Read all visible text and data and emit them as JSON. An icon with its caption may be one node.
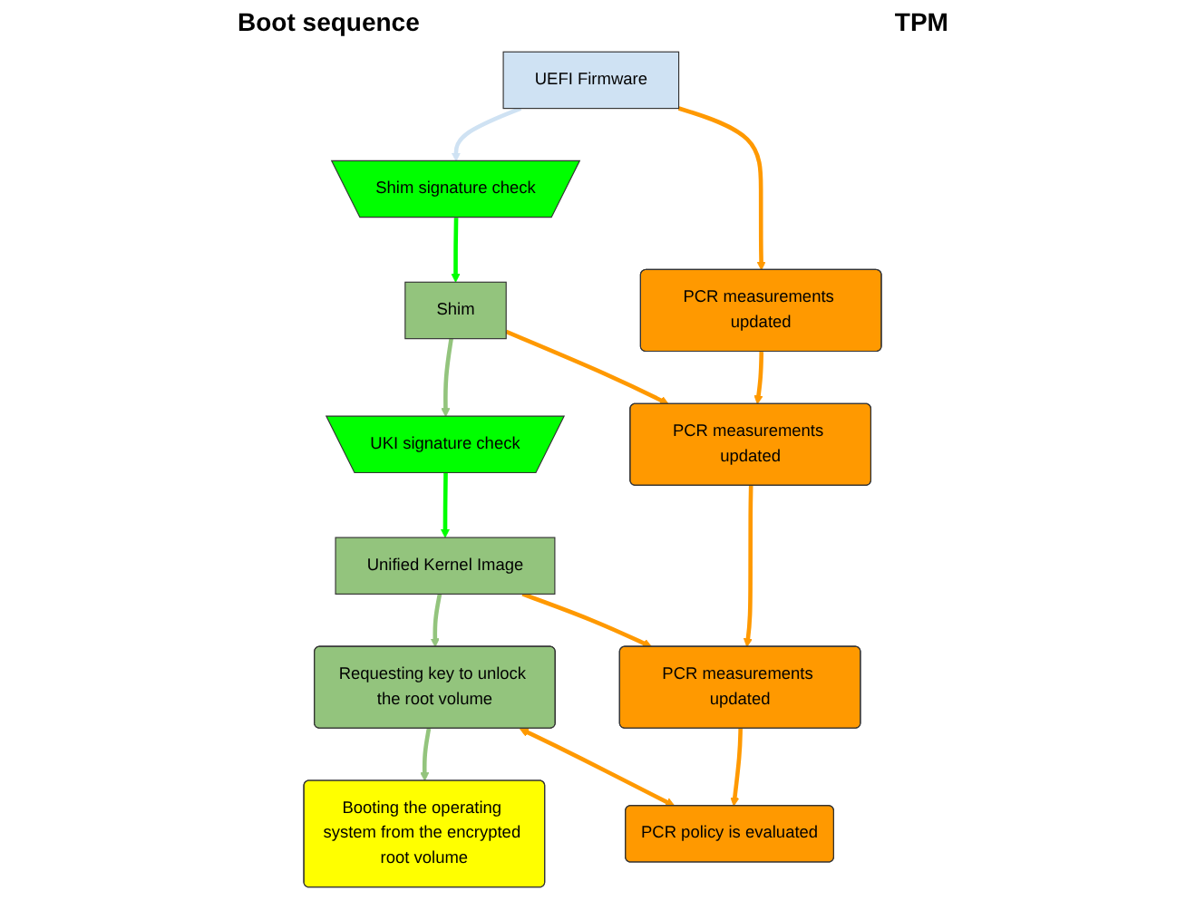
{
  "diagram": {
    "nodes": [
      {
        "text": [
          "UEFI Firmware"
        ]
      },
      {
        "text": [
          "Shim signature check"
        ]
      },
      {
        "text": [
          "Shim"
        ]
      },
      {
        "text": [
          "UKI signature check"
        ]
      },
      {
        "text": [
          "Unified Kernel Image"
        ]
      },
      {
        "text": [
          "Requesting key to unlock the root volume"
        ]
      },
      {
        "text": [
          "Booting the operating system from the encrypted root volume"
        ]
      },
      {
        "text": [
          "PCR measurements updated"
        ]
      },
      {
        "text": [
          "PCR measurements updated"
        ]
      },
      {
        "text": [
          "PCR measurements updated"
        ]
      },
      {
        "text": [
          "PCR policy is evaluated"
        ]
      }
    ],
    "edges": [
      {
        "from": 0,
        "to": 1,
        "arrow": "to",
        "color": "#cfe2f3"
      },
      {
        "from": 1,
        "to": 2,
        "arrow": "to",
        "color": "#00ff00"
      },
      {
        "from": 2,
        "to": 3,
        "arrow": "to",
        "color": "#93c47d"
      },
      {
        "from": 3,
        "to": 4,
        "arrow": "to",
        "color": "#00ff00"
      },
      {
        "from": 4,
        "to": 5,
        "arrow": "to",
        "color": "#93c47d"
      },
      {
        "from": 5,
        "to": 6,
        "arrow": "to",
        "color": "#93c47d"
      },
      {
        "from": 0,
        "to": 7,
        "arrow": "to"
      },
      {
        "from": 7,
        "to": 8,
        "arrow": "to"
      },
      {
        "from": 2,
        "to": 8,
        "arrow": "to"
      },
      {
        "from": 8,
        "to": 9,
        "arrow": "to"
      },
      {
        "from": 4,
        "to": 9,
        "arrow": "to"
      },
      {
        "from": 9,
        "to": 10,
        "arrow": "to"
      },
      {
        "from": 5,
        "to": 10,
        "arrow": "both"
      }
    ],
    "labels": [
      "Boot sequence",
      "TPM"
    ]
  }
}
